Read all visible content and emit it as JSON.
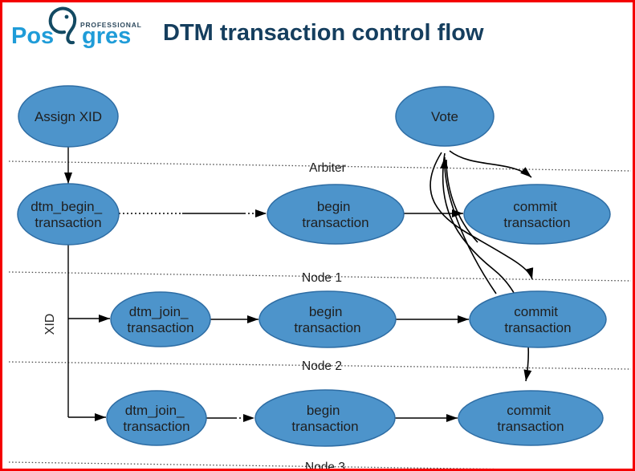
{
  "logo": {
    "brand_pre": "Pos",
    "brand_post": "gres",
    "professional": "PROFESSIONAL"
  },
  "header": {
    "title": "DTM transaction control flow"
  },
  "colors": {
    "node_fill": "#4d94cb",
    "node_stroke": "#2e6da4",
    "title_text": "#153e5e",
    "logo_blue": "#1f9cd8",
    "logo_dark": "#134a63",
    "page_border": "#f40000",
    "node_text": "#1f1f1f",
    "arrow": "#000000"
  },
  "diagram": {
    "xid_label": "XID",
    "lanes": [
      {
        "label": "Arbiter"
      },
      {
        "label": "Node 1"
      },
      {
        "label": "Node 2"
      },
      {
        "label": "Node 3"
      }
    ],
    "nodes": [
      {
        "id": "assign-xid",
        "lane": "Arbiter",
        "lines": [
          "Assign XID",
          ""
        ]
      },
      {
        "id": "vote",
        "lane": "Arbiter",
        "lines": [
          "Vote",
          ""
        ]
      },
      {
        "id": "n1-dtm-begin",
        "lane": "Node 1",
        "lines": [
          "dtm_begin_",
          "transaction"
        ]
      },
      {
        "id": "n1-begin",
        "lane": "Node 1",
        "lines": [
          "begin",
          "transaction"
        ]
      },
      {
        "id": "n1-commit",
        "lane": "Node 1",
        "lines": [
          "commit",
          "transaction"
        ]
      },
      {
        "id": "n2-dtm-join",
        "lane": "Node 2",
        "lines": [
          "dtm_join_",
          "transaction"
        ]
      },
      {
        "id": "n2-begin",
        "lane": "Node 2",
        "lines": [
          "begin",
          "transaction"
        ]
      },
      {
        "id": "n2-commit",
        "lane": "Node 2",
        "lines": [
          "commit",
          "transaction"
        ]
      },
      {
        "id": "n3-dtm-join",
        "lane": "Node 3",
        "lines": [
          "dtm_join_",
          "transaction"
        ]
      },
      {
        "id": "n3-begin",
        "lane": "Node 3",
        "lines": [
          "begin",
          "transaction"
        ]
      },
      {
        "id": "n3-commit",
        "lane": "Node 3",
        "lines": [
          "commit",
          "transaction"
        ]
      }
    ]
  }
}
